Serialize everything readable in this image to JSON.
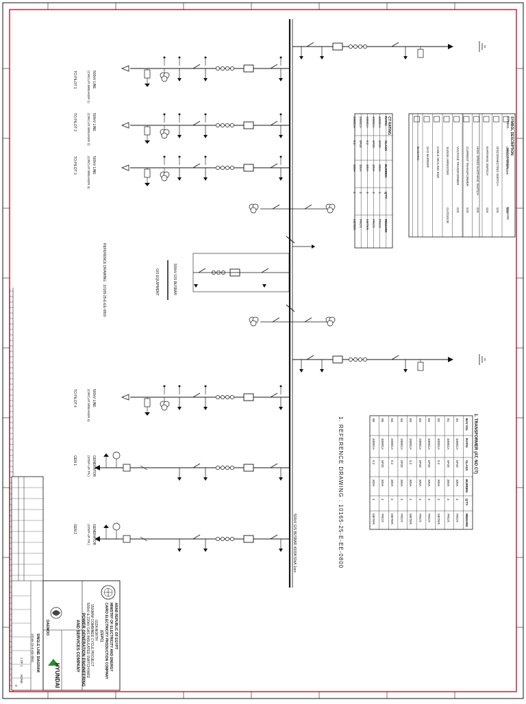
{
  "drawing": {
    "reference_note_top": "REFERENCE DRAWING : 10165-25-E-EE-0800",
    "reference_note_bottom": "1. REFERENCE DRAWING : 10165-25-E-EE-0800",
    "transformer_table_title": "1. TRANSFORMER (AT, NO CT)",
    "busbar_note_upper": "500kV GIS BUSBAR",
    "busbar_note_lower": "500kV GIS BUSBAR 4000A 50kA 1sec",
    "line_note": "GIS EQUIPMENT",
    "accent_color": "#c0001a",
    "line_color": "#111111"
  },
  "bays": [
    {
      "name": "TO PILOT 1",
      "label": "500kV LINE",
      "sub": "(CIRCUIT BREAKER 1)"
    },
    {
      "name": "TO PILOT 2",
      "label": "500kV LINE",
      "sub": "(CIRCUIT BREAKER 2)"
    },
    {
      "name": "TO PILOT 3",
      "label": "500kV LINE",
      "sub": "(CIRCUIT BREAKER 3)"
    },
    {
      "name": "TO PILOT 4",
      "label": "500kV LINE",
      "sub": "(CIRCUIT BREAKER 4)"
    },
    {
      "name": "GEN 1",
      "label": "GENERATOR",
      "sub": "(STEP-UP TR.)"
    },
    {
      "name": "GEN 2",
      "label": "GENERATOR",
      "sub": "(STEP-UP TR.)"
    }
  ],
  "legend": {
    "title": "SYMBOL DESCRIPTION",
    "col_symbol": "SYMBOL",
    "col_desc": "DESCRIPTION",
    "col_remark": "REMARK",
    "rows": [
      {
        "desc": "CIRCUIT BREAKER",
        "remark": "GIS"
      },
      {
        "desc": "DISCONNECTING SWITCH",
        "remark": "GIS"
      },
      {
        "desc": "EARTHING SWITCH",
        "remark": "GIS"
      },
      {
        "desc": "HIGH SPEED EARTHING SWITCH",
        "remark": "GIS"
      },
      {
        "desc": "CURRENT TRANSFORMER",
        "remark": "GIS"
      },
      {
        "desc": "VOLTAGE TRANSFORMER",
        "remark": "GIS"
      },
      {
        "desc": "SURGE ARRESTER",
        "remark": "OUTDOOR"
      },
      {
        "desc": "CABLE SEALING END",
        "remark": ""
      },
      {
        "desc": "GAS BARRIER",
        "remark": ""
      },
      {
        "desc": "BUSHING",
        "remark": ""
      }
    ]
  },
  "ct_table": {
    "title": "CT RATING",
    "headers": [
      "RATIO",
      "CLASS",
      "BURDEN",
      "Q'TY",
      "REMARK"
    ],
    "rows": [
      [
        "4000/1A",
        "5P20",
        "30VA",
        "3",
        "PROT."
      ],
      [
        "4000/1A",
        "5P20",
        "30VA",
        "3",
        "PROT."
      ],
      [
        "4000/1A",
        "0.2",
        "30VA",
        "3",
        "METER."
      ],
      [
        "2000/1A",
        "5P20",
        "30VA",
        "3",
        "PROT."
      ],
      [
        "2000/1A",
        "0.2",
        "30VA",
        "3",
        "METER."
      ]
    ]
  },
  "tr_table": {
    "headers": [
      "BAY NO.",
      "RATIO",
      "CLASS",
      "BURDEN",
      "Q'TY",
      "REMARK"
    ],
    "rows": [
      [
        "B1",
        "4000/1A",
        "5P20",
        "30VA",
        "3",
        "PROT."
      ],
      [
        "B1",
        "4000/1A",
        "5P20",
        "30VA",
        "3",
        "PROT."
      ],
      [
        "B2",
        "4000/1A",
        "0.2",
        "30VA",
        "3",
        "METER."
      ],
      [
        "B2",
        "4000/1A",
        "5P20",
        "30VA",
        "3",
        "PROT."
      ],
      [
        "B3",
        "2000/1A",
        "5P20",
        "30VA",
        "3",
        "PROT."
      ],
      [
        "B3",
        "2000/1A",
        "0.2",
        "30VA",
        "3",
        "METER."
      ],
      [
        "B4",
        "2000/1A",
        "5P20",
        "30VA",
        "3",
        "PROT."
      ],
      [
        "B4",
        "2000/1A",
        "0.2",
        "30VA",
        "3",
        "METER."
      ],
      [
        "B5",
        "4000/1A",
        "5P20",
        "30VA",
        "3",
        "PROT."
      ],
      [
        "B5",
        "4000/1A",
        "0.2",
        "30VA",
        "3",
        "METER."
      ]
    ]
  },
  "title_block": {
    "country": "ARAB REPUBLIC OF EGYPT",
    "ministry": "MINISTRY OF ELECTRICITY AND ENERGY",
    "company": "CAIRO ELECTRICITY PRODUCTION COMPANY",
    "company_abbr": "(CEPC)",
    "project_1": "GIZA NORTH",
    "project_2": "1500MW COMBINED CYCLE PROJECT",
    "project_3": "500kV & 220kV GAS INSULATED SWITCHYARD",
    "consultant": "POWER GENERATION ENGINEERING",
    "consultant_2": "AND SERVICES COMPANY",
    "contractor": "HYUNDAI",
    "contractor_2": "DAEWOO",
    "drawing_title": "SINGLE LINE DIAGRAM",
    "drawing_no": "10165-25-E-EE-0801",
    "sheet": "1 OF 1",
    "scale": "NONE",
    "rev": "0"
  }
}
